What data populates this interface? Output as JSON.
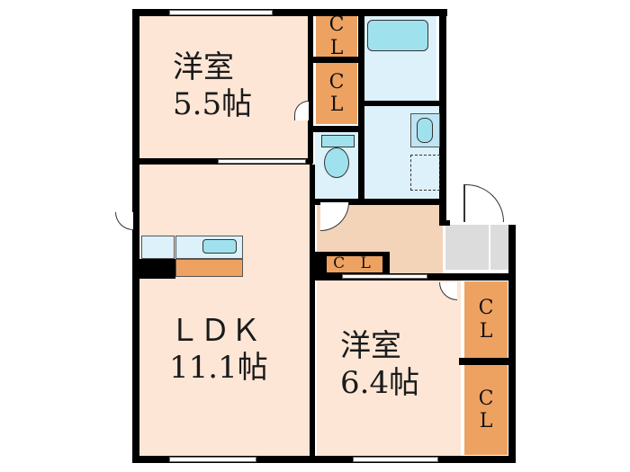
{
  "rooms": {
    "bedroom1": {
      "name": "洋室",
      "size": "5.5帖"
    },
    "ldk": {
      "name": "ＬＤＫ",
      "size": "11.1帖"
    },
    "bedroom2": {
      "name": "洋室",
      "size": "6.4帖"
    }
  },
  "closets": {
    "cl1": [
      "C",
      "L"
    ],
    "cl2": [
      "C",
      "L"
    ],
    "cl3": "C L",
    "cl4": [
      "C",
      "L"
    ],
    "cl5": [
      "C",
      "L"
    ]
  },
  "colors": {
    "room": "#fde6d6",
    "hall": "#f3d4b9",
    "closet": "#eea262",
    "wet_area": "#ddf1fb",
    "wall": "#000000"
  }
}
